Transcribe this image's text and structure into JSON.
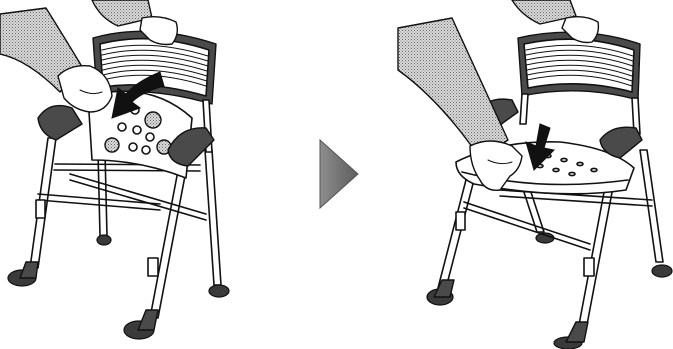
{
  "figure": {
    "steps": [
      {
        "id": "step-1",
        "action": "fold-seat-down"
      },
      {
        "id": "step-2",
        "action": "press-seat-flat"
      }
    ],
    "divider_icon": "right-triangle-arrow-icon",
    "colors": {
      "line": "#111111",
      "stipple": "#9a9a9a",
      "dark_fill": "#4a4a4a",
      "arrow": "#111111",
      "divider": "#777777"
    }
  }
}
